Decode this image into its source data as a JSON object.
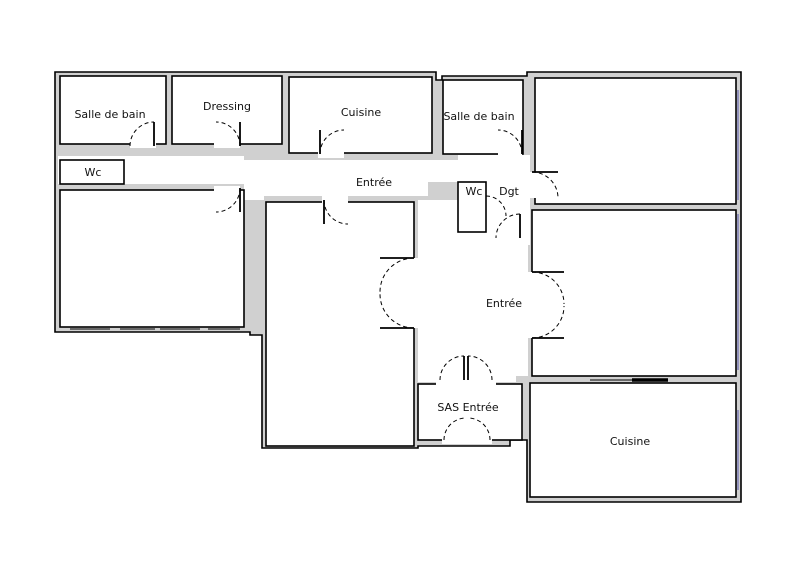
{
  "rooms": {
    "salle_de_bain_1": "Salle de bain",
    "dressing": "Dressing",
    "cuisine_1": "Cuisine",
    "salle_de_bain_2": "Salle de bain",
    "wc_1": "Wc",
    "entree_1": "Entrée",
    "wc_2": "Wc",
    "dgt": "Dgt",
    "entree_2": "Entrée",
    "sas_entree": "SAS Entrée",
    "cuisine_2": "Cuisine"
  }
}
